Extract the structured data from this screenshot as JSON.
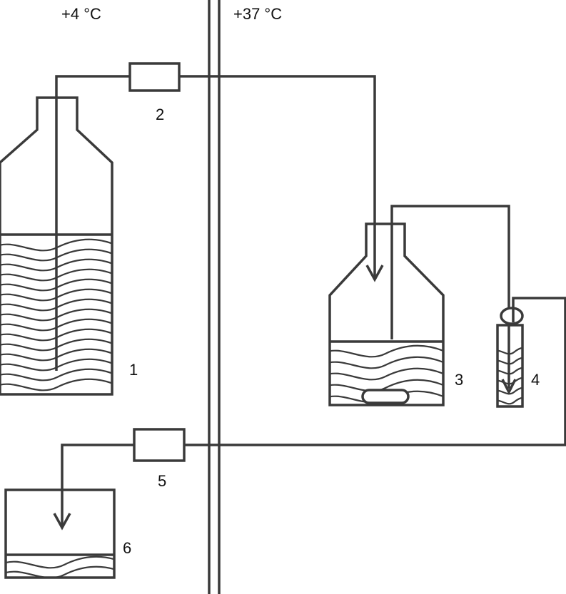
{
  "zones": {
    "cold": "+4 °C",
    "warm": "+37 °C"
  },
  "components": [
    {
      "id": "1",
      "label": "1"
    },
    {
      "id": "2",
      "label": "2"
    },
    {
      "id": "3",
      "label": "3"
    },
    {
      "id": "4",
      "label": "4"
    },
    {
      "id": "5",
      "label": "5"
    },
    {
      "id": "6",
      "label": "6"
    }
  ],
  "colors": {
    "stroke": "#3a3a3a",
    "background": "#ffffff"
  }
}
